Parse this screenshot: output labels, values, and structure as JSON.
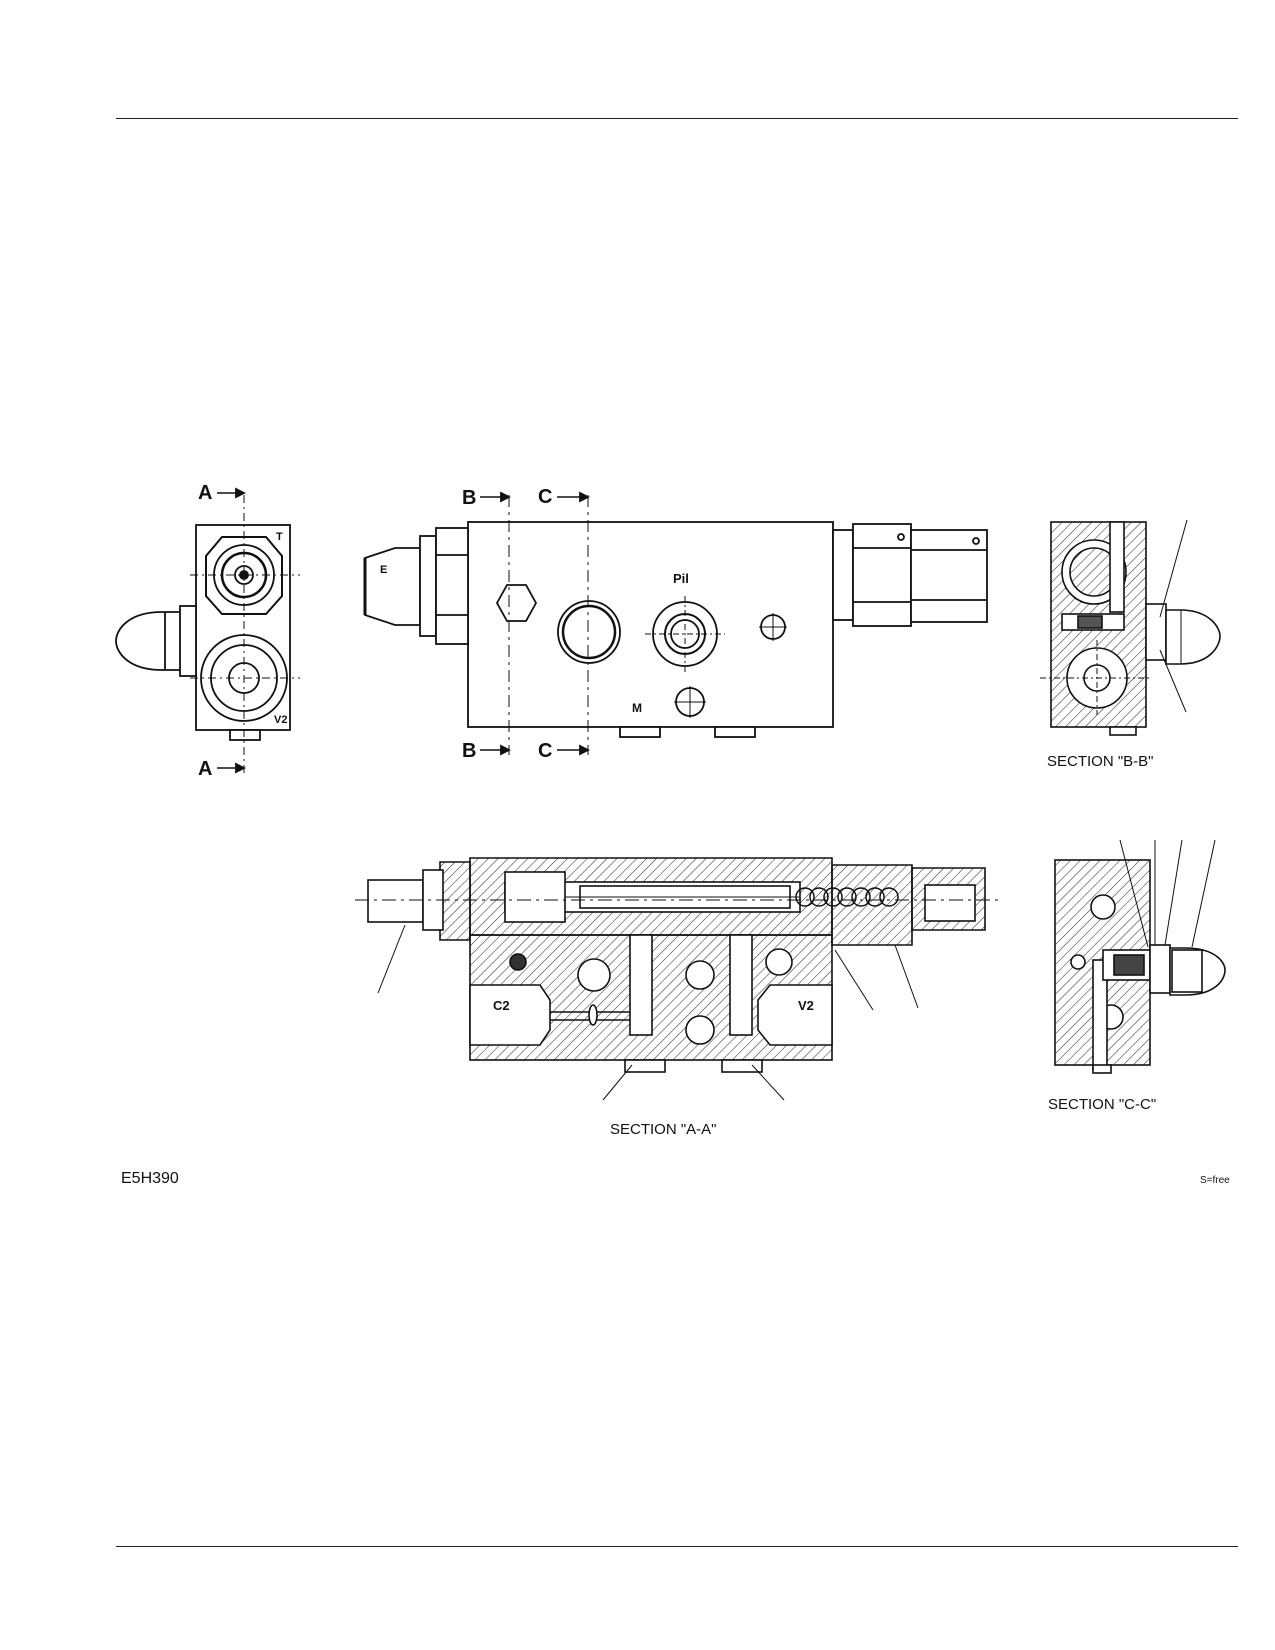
{
  "figure_id": "E5H390",
  "scale_note": "S=free",
  "captions": {
    "section_bb": "SECTION \"B-B\"",
    "section_cc": "SECTION \"C-C\"",
    "section_aa": "SECTION \"A-A\""
  },
  "cut_labels": {
    "a": "A",
    "b": "B",
    "c": "C"
  },
  "port_labels": {
    "t": "T",
    "v2": "V2",
    "e": "E",
    "pil": "Pil",
    "m": "M",
    "c2": "C2"
  }
}
